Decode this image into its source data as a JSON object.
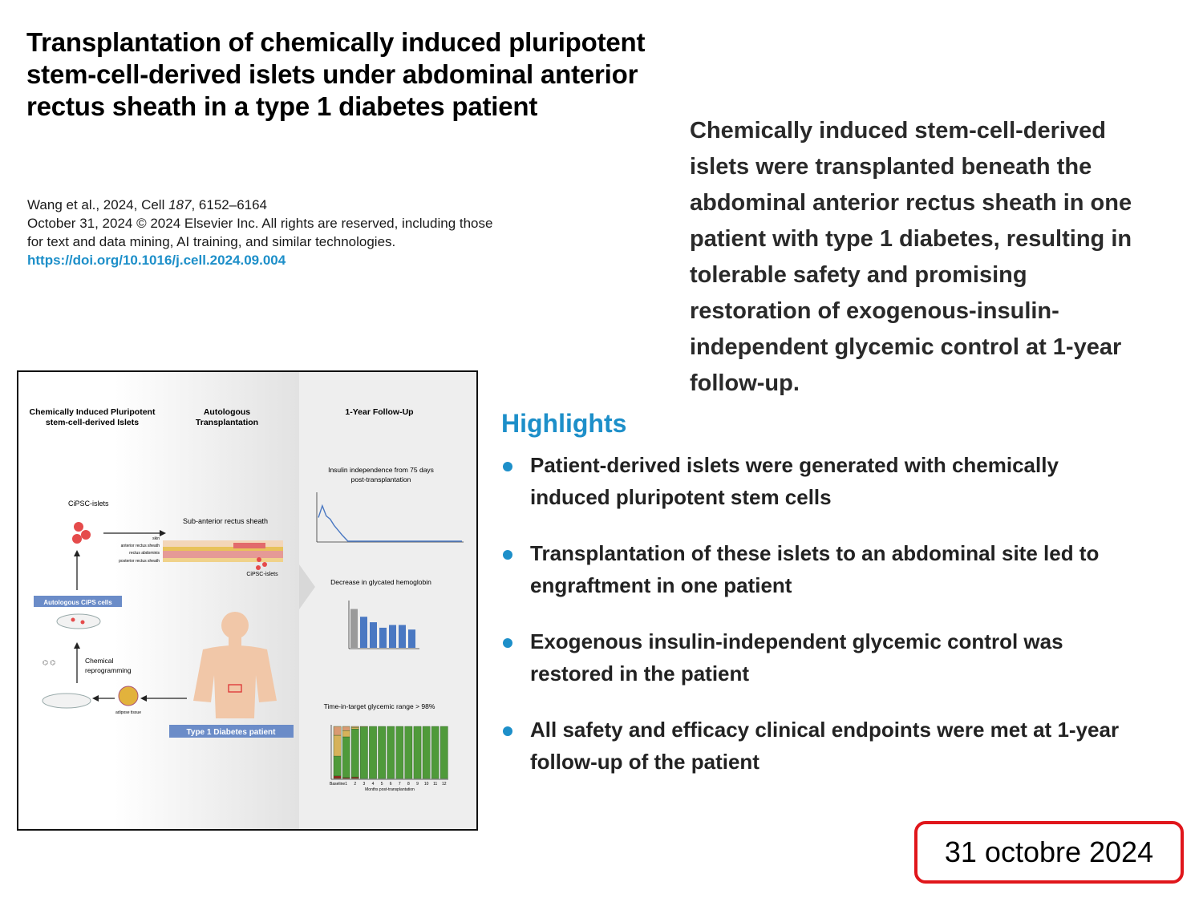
{
  "title": {
    "lines": [
      "Transplantation of chemically induced pluripotent",
      "stem-cell-derived islets under abdominal anterior",
      "rectus sheath in a type 1 diabetes patient"
    ]
  },
  "citation": {
    "authors_year": "Wang et al., 2024, Cell",
    "volume": "187",
    "pages": ", 6152–6164",
    "copyright_line1": "October 31, 2024 © 2024 Elsevier Inc. All rights are reserved, including those",
    "copyright_line2": "for text and data mining, AI training, and similar technologies.",
    "doi": "https://doi.org/10.1016/j.cell.2024.09.004"
  },
  "summary": {
    "lines": [
      "Chemically induced stem-cell-derived",
      "islets were transplanted beneath the",
      "abdominal anterior rectus sheath in one",
      "patient with type 1 diabetes, resulting in",
      "tolerable safety and promising",
      "restoration of exogenous-insulin-",
      "independent glycemic control at 1-year",
      "follow-up."
    ]
  },
  "highlights": {
    "heading": "Highlights",
    "items": [
      {
        "lines": [
          "Patient-derived islets were generated with chemically",
          "induced pluripotent stem cells"
        ]
      },
      {
        "lines": [
          "Transplantation of these islets to an abdominal site led to",
          "engraftment in one patient"
        ]
      },
      {
        "lines": [
          "Exogenous insulin-independent glycemic control was",
          "restored in the patient"
        ]
      },
      {
        "lines": [
          "All safety and efficacy clinical endpoints were met at 1-year",
          "follow-up of the patient"
        ]
      }
    ]
  },
  "date_badge": "31 octobre 2024",
  "graphical_abstract": {
    "col1_line1": "Chemically Induced Pluripotent",
    "col1_line2": "stem-cell-derived Islets",
    "col2_line1": "Autologous",
    "col2_line2": "Transplantation",
    "col3": "1-Year Follow-Up",
    "cipsc_islets": "CiPSC-islets",
    "sub_anterior": "Sub-anterior rectus sheath",
    "layer_skin": "skin",
    "layer_anterior": "anterior rectus sheath",
    "layer_rectus": "rectus abdominis",
    "layer_posterior": "posterior rectus sheath",
    "islet_label": "CiPSC-islets",
    "autologous_cells": "Autologous CiPS cells",
    "chemical_1": "Chemical",
    "chemical_2": "reprogramming",
    "adipose": "adipose tissue",
    "patient": "Type 1 Diabetes patient",
    "panel1_title_1": "Insulin independence from 75 days",
    "panel1_title_2": "post-transplantation",
    "panel2_title": "Decrease in glycated hemoglobin",
    "panel3_title": "Time-in-target glycemic range > 98%",
    "panel3_xlabel": "Months post-transplantation",
    "panel3_ticks": [
      "Baseline",
      "1",
      "2",
      "3",
      "4",
      "5",
      "6",
      "7",
      "8",
      "9",
      "10",
      "11",
      "12"
    ],
    "colors": {
      "accent_blue": "#4a78c2",
      "bar_green": "#4f9a3a",
      "bar_gray": "#9a9a9a"
    }
  },
  "chart_data": [
    {
      "type": "line",
      "title": "Insulin independence from 75 days post-transplantation",
      "x": [
        0,
        10,
        20,
        30,
        40,
        50,
        60,
        75,
        90,
        120,
        150,
        180,
        210,
        240,
        270,
        300,
        330,
        365
      ],
      "y": [
        30,
        45,
        32,
        28,
        20,
        14,
        8,
        0,
        0,
        0,
        0,
        0,
        0,
        0,
        0,
        0,
        0,
        0
      ],
      "ylim": [
        0,
        60
      ]
    },
    {
      "type": "bar",
      "title": "Decrease in glycated hemoglobin",
      "values": [
        8.5,
        6.8,
        5.6,
        4.4,
        5.0,
        5.0,
        4.0
      ],
      "ylim": [
        0,
        10
      ]
    },
    {
      "type": "bar",
      "title": "Time-in-target glycemic range > 98%",
      "xlabel": "Months post-transplantation",
      "categories": [
        "Baseline",
        "1",
        "2",
        "3",
        "4",
        "5",
        "6",
        "7",
        "8",
        "9",
        "10",
        "11",
        "12"
      ],
      "series": [
        {
          "values": [
            5,
            2,
            3,
            0,
            0,
            0,
            0,
            0,
            0,
            0,
            0,
            0,
            0
          ]
        },
        {
          "values": [
            38,
            78,
            92,
            99,
            100,
            100,
            100,
            100,
            100,
            100,
            100,
            100,
            100
          ]
        },
        {
          "values": [
            40,
            12,
            3,
            1,
            0,
            0,
            0,
            0,
            0,
            0,
            0,
            0,
            0
          ]
        },
        {
          "values": [
            17,
            8,
            2,
            0,
            0,
            0,
            0,
            0,
            0,
            0,
            0,
            0,
            0
          ]
        }
      ],
      "ylim": [
        0,
        100
      ]
    }
  ]
}
